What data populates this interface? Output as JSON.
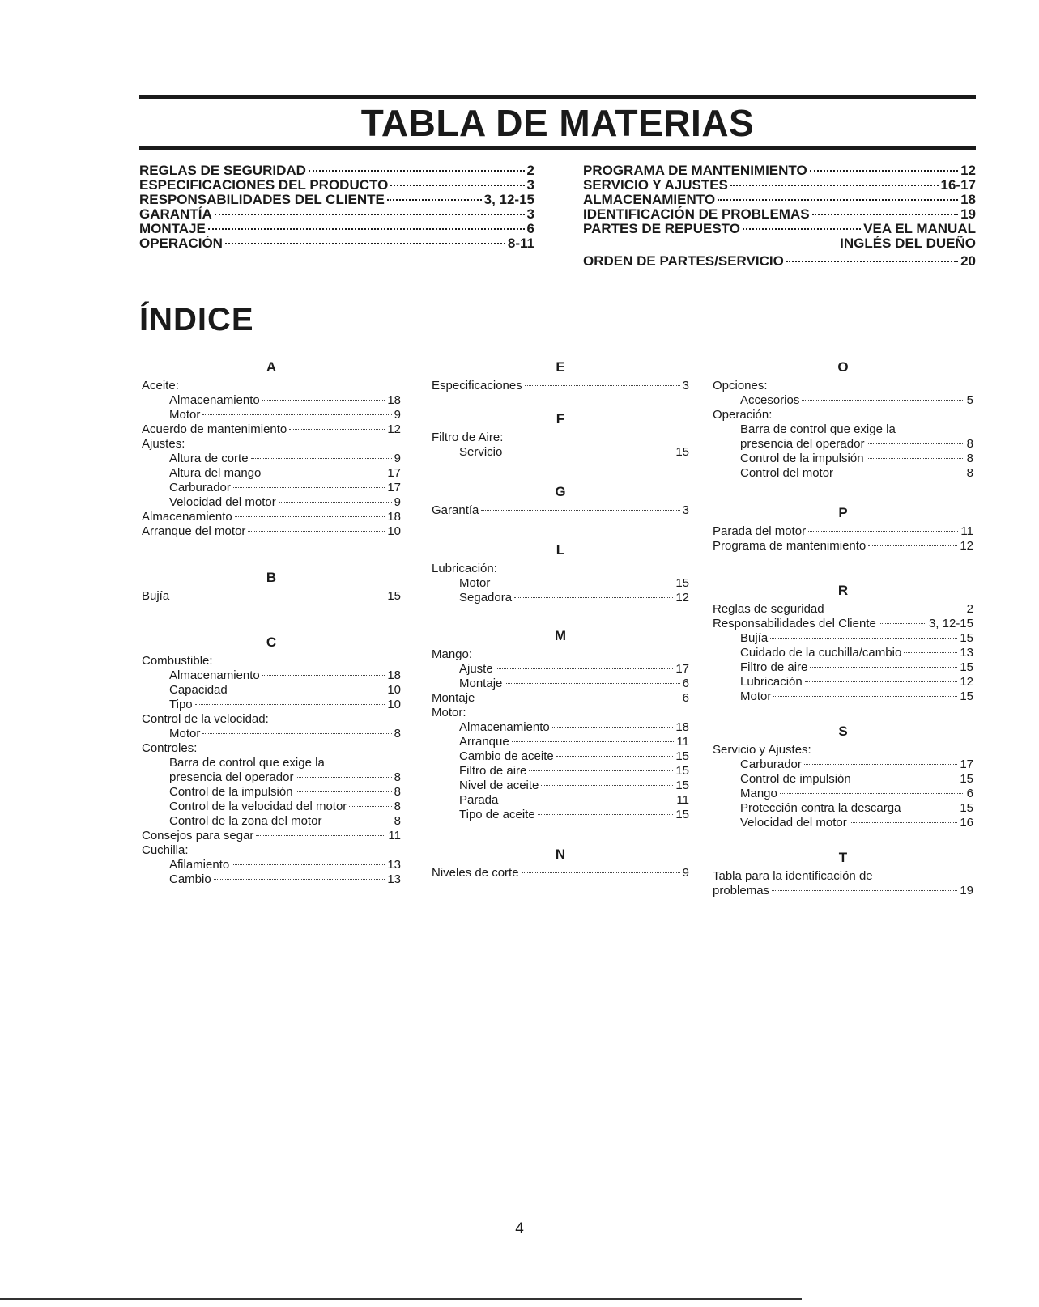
{
  "title": "TABLA DE MATERIAS",
  "toc_left": [
    {
      "label": "REGLAS DE SEGURIDAD",
      "page": "2"
    },
    {
      "label": "ESPECIFICACIONES DEL PRODUCTO",
      "page": "3"
    },
    {
      "label": "RESPONSABILIDADES DEL CLIENTE",
      "page": "3, 12-15"
    },
    {
      "label": "GARANTÍA",
      "page": "3"
    },
    {
      "label": "MONTAJE",
      "page": "6"
    },
    {
      "label": "OPERACIÓN",
      "page": "8-11"
    }
  ],
  "toc_right": [
    {
      "label": "PROGRAMA DE MANTENIMIENTO",
      "page": "12"
    },
    {
      "label": "SERVICIO Y AJUSTES",
      "page": "16-17"
    },
    {
      "label": "ALMACENAMIENTO",
      "page": "18"
    },
    {
      "label": "IDENTIFICACIÓN DE PROBLEMAS",
      "page": "19"
    },
    {
      "label": "PARTES DE REPUESTO",
      "page": "VEA EL MANUAL"
    },
    {
      "label": "",
      "page": "INGLÉS DEL DUEÑO"
    },
    {
      "label": "ORDEN DE PARTES/SERVICIO",
      "page": "20"
    }
  ],
  "index_title": "ÍNDICE",
  "index_columns": [
    [
      {
        "letter": "A",
        "entries": [
          {
            "label": "Aceite:",
            "page": ""
          },
          {
            "label": "Almacenamiento",
            "page": "18",
            "indent": true
          },
          {
            "label": "Motor",
            "page": "9",
            "indent": true
          },
          {
            "label": "Acuerdo de mantenimiento",
            "page": "12"
          },
          {
            "label": "Ajustes:",
            "page": ""
          },
          {
            "label": "Altura de corte",
            "page": "9",
            "indent": true
          },
          {
            "label": "Altura del mango",
            "page": "17",
            "indent": true
          },
          {
            "label": "Carburador",
            "page": "17",
            "indent": true
          },
          {
            "label": "Velocidad del motor",
            "page": "9",
            "indent": true
          },
          {
            "label": "Almacenamiento",
            "page": "18"
          },
          {
            "label": "Arranque del motor",
            "page": "10"
          }
        ]
      },
      {
        "letter": "B",
        "entries": [
          {
            "label": "Bujía",
            "page": "15"
          }
        ]
      },
      {
        "letter": "C",
        "entries": [
          {
            "label": "Combustible:",
            "page": ""
          },
          {
            "label": "Almacenamiento",
            "page": "18",
            "indent": true
          },
          {
            "label": "Capacidad",
            "page": "10",
            "indent": true
          },
          {
            "label": "Tipo",
            "page": "10",
            "indent": true
          },
          {
            "label": "Control de la velocidad:",
            "page": ""
          },
          {
            "label": "Motor",
            "page": "8",
            "indent": true
          },
          {
            "label": "Controles:",
            "page": ""
          },
          {
            "label": "Barra de control que exige la",
            "page": "",
            "indent": true
          },
          {
            "label": "presencia del operador",
            "page": "8",
            "indent": true
          },
          {
            "label": "Control de la impulsión",
            "page": "8",
            "indent": true
          },
          {
            "label": "Control de la velocidad del motor",
            "page": "8",
            "indent": true
          },
          {
            "label": "Control de la zona del motor",
            "page": "8",
            "indent": true
          },
          {
            "label": "Consejos para segar",
            "page": "11"
          },
          {
            "label": "Cuchilla:",
            "page": ""
          },
          {
            "label": "Afilamiento",
            "page": "13",
            "indent": true
          },
          {
            "label": "Cambio",
            "page": "13",
            "indent": true
          }
        ]
      }
    ],
    [
      {
        "letter": "E",
        "entries": [
          {
            "label": "Especificaciones",
            "page": "3"
          }
        ]
      },
      {
        "letter": "F",
        "entries": [
          {
            "label": "Filtro de Aire:",
            "page": ""
          },
          {
            "label": "Servicio",
            "page": "15",
            "indent": true
          }
        ]
      },
      {
        "letter": "G",
        "entries": [
          {
            "label": "Garantía",
            "page": "3"
          }
        ]
      },
      {
        "letter": "L",
        "entries": [
          {
            "label": "Lubricación:",
            "page": ""
          },
          {
            "label": "Motor",
            "page": "15",
            "indent": true
          },
          {
            "label": "Segadora",
            "page": "12",
            "indent": true
          }
        ]
      },
      {
        "letter": "M",
        "entries": [
          {
            "label": "Mango:",
            "page": ""
          },
          {
            "label": "Ajuste",
            "page": "17",
            "indent": true
          },
          {
            "label": "Montaje",
            "page": "6",
            "indent": true
          },
          {
            "label": "Montaje",
            "page": "6"
          },
          {
            "label": "Motor:",
            "page": ""
          },
          {
            "label": "Almacenamiento",
            "page": "18",
            "indent": true
          },
          {
            "label": "Arranque",
            "page": "11",
            "indent": true
          },
          {
            "label": "Cambio de aceite",
            "page": "15",
            "indent": true
          },
          {
            "label": "Filtro de aire",
            "page": "15",
            "indent": true
          },
          {
            "label": "Nivel de aceite",
            "page": "15",
            "indent": true
          },
          {
            "label": "Parada",
            "page": "11",
            "indent": true
          },
          {
            "label": "Tipo de aceite",
            "page": "15",
            "indent": true
          }
        ]
      },
      {
        "letter": "N",
        "entries": [
          {
            "label": "Niveles de corte",
            "page": "9"
          }
        ]
      }
    ],
    [
      {
        "letter": "O",
        "entries": [
          {
            "label": "Opciones:",
            "page": ""
          },
          {
            "label": "Accesorios",
            "page": "5",
            "indent": true
          },
          {
            "label": "Operación:",
            "page": ""
          },
          {
            "label": "Barra de control que exige la",
            "page": "",
            "indent": true
          },
          {
            "label": "presencia del operador",
            "page": "8",
            "indent": true
          },
          {
            "label": "Control de la impulsión",
            "page": "8",
            "indent": true
          },
          {
            "label": "Control del motor",
            "page": "8",
            "indent": true
          }
        ]
      },
      {
        "letter": "P",
        "entries": [
          {
            "label": "Parada del motor",
            "page": "11"
          },
          {
            "label": "Programa de mantenimiento",
            "page": "12"
          }
        ]
      },
      {
        "letter": "R",
        "entries": [
          {
            "label": "Reglas de seguridad",
            "page": "2"
          },
          {
            "label": "Responsabilidades del Cliente",
            "page": "3, 12-15"
          },
          {
            "label": "Bujía",
            "page": "15",
            "indent": true
          },
          {
            "label": "Cuidado de la cuchilla/cambio",
            "page": "13",
            "indent": true
          },
          {
            "label": "Filtro de aire",
            "page": "15",
            "indent": true
          },
          {
            "label": "Lubricación",
            "page": "12",
            "indent": true
          },
          {
            "label": "Motor",
            "page": "15",
            "indent": true
          }
        ]
      },
      {
        "letter": "S",
        "entries": [
          {
            "label": "Servicio y Ajustes:",
            "page": ""
          },
          {
            "label": "Carburador",
            "page": "17",
            "indent": true
          },
          {
            "label": "Control de impulsión",
            "page": "15",
            "indent": true
          },
          {
            "label": "Mango",
            "page": "6",
            "indent": true
          },
          {
            "label": "Protección contra la descarga",
            "page": "15",
            "indent": true
          },
          {
            "label": "Velocidad del motor",
            "page": "16",
            "indent": true
          }
        ]
      },
      {
        "letter": "T",
        "entries": [
          {
            "label": "Tabla para la identificación de",
            "page": ""
          },
          {
            "label": "problemas",
            "page": "19"
          }
        ]
      }
    ]
  ],
  "page_number": "4"
}
